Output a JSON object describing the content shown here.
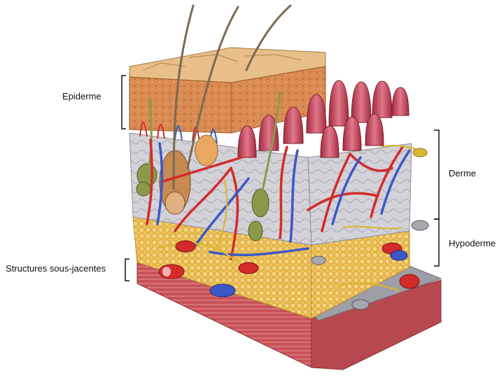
{
  "labels": {
    "epiderme": "Epiderme",
    "derme": "Derme",
    "hypoderme": "Hypoderme",
    "structures": "Structures sous-jacentes"
  },
  "colors": {
    "epidermis": "#d9955e",
    "epidermis_top": "#e9c08c",
    "papilla": "#c4445c",
    "dermis": "#cfcfd4",
    "fat": "#e8b84a",
    "muscle": "#c8505a",
    "artery": "#d42a2a",
    "vein": "#3a58c8",
    "nerve": "#d8b830",
    "hair": "#7a6a52",
    "gland": "#8a9a4a"
  }
}
